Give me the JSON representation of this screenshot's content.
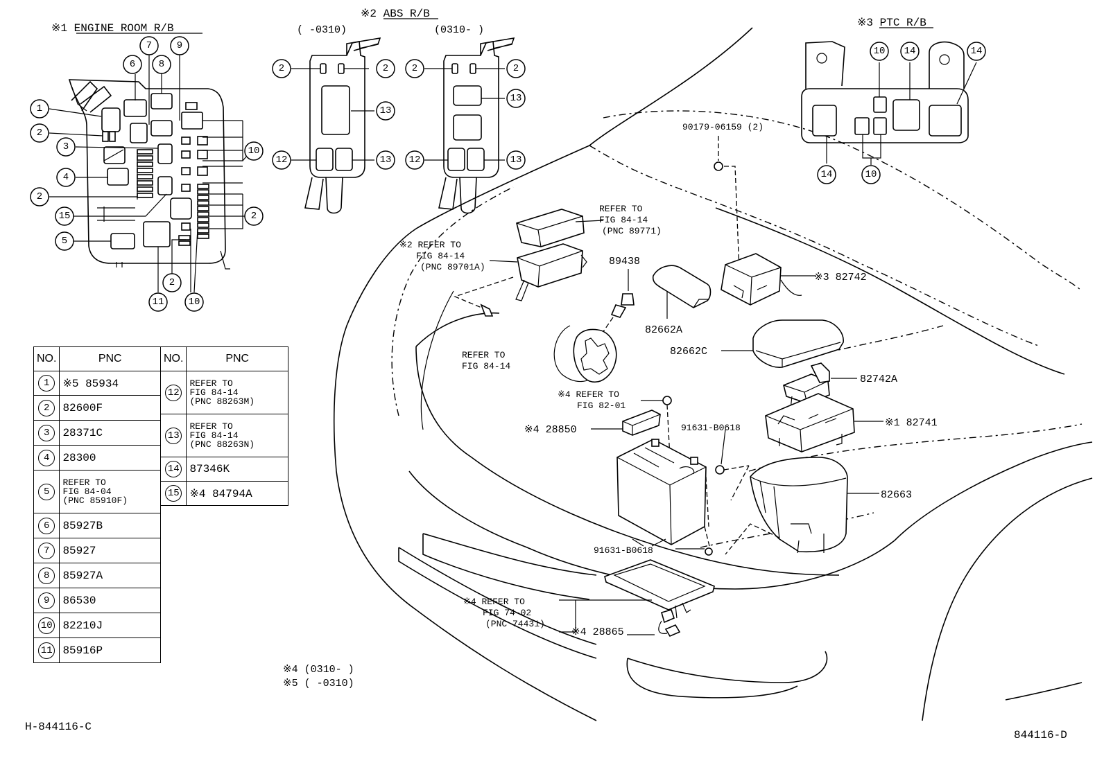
{
  "headers": {
    "engine_room": "※1 ENGINE ROOM R/B",
    "abs": "※2 ABS R/B",
    "abs_left_range": "(      -0310)",
    "abs_right_range": "(0310-      )",
    "ptc": "※3 PTC R/B"
  },
  "callout_numbers": [
    "1",
    "2",
    "3",
    "4",
    "5",
    "6",
    "7",
    "8",
    "9",
    "10",
    "11",
    "12",
    "13",
    "14",
    "15"
  ],
  "labels": {
    "bolt_90179": "90179-06159 (2)",
    "refer_89771": [
      "REFER TO",
      "FIG 84-14",
      "(PNC 89771)"
    ],
    "refer_89701a": [
      "※2 REFER TO",
      "FIG 84-14",
      "(PNC 89701A)"
    ],
    "p89438": "89438",
    "p82742": "※3 82742",
    "p82662a": "82662A",
    "refer_fig8414": [
      "REFER TO",
      "FIG 84-14"
    ],
    "p82662c": "82662C",
    "p82742a": "82742A",
    "refer_fig8201": [
      "※4 REFER TO",
      "FIG 82-01"
    ],
    "p28850": "※4 28850",
    "b0618_top": "91631-B0618",
    "p82741": "※1 82741",
    "p82663": "82663",
    "b0618_bottom": "91631-B0618",
    "refer_74431": [
      "※4 REFER TO",
      "FIG 74-02",
      "(PNC 74431)"
    ],
    "p28865": "※4 28865"
  },
  "notes": [
    "※4 (0310-      )",
    "※5 (      -0310)"
  ],
  "codes": {
    "left": "H-844116-C",
    "right": "844116-D"
  },
  "table": {
    "headers": {
      "no": "NO.",
      "pnc": "PNC"
    },
    "left": [
      {
        "no": "1",
        "pnc": "※5 85934"
      },
      {
        "no": "2",
        "pnc": "82600F"
      },
      {
        "no": "3",
        "pnc": "28371C"
      },
      {
        "no": "4",
        "pnc": "28300"
      },
      {
        "no": "5",
        "pnc": "REFER TO\nFIG 84-04\n (PNC 85910F)"
      },
      {
        "no": "6",
        "pnc": "85927B"
      },
      {
        "no": "7",
        "pnc": "85927"
      },
      {
        "no": "8",
        "pnc": "85927A"
      },
      {
        "no": "9",
        "pnc": "86530"
      },
      {
        "no": "10",
        "pnc": "82210J"
      },
      {
        "no": "11",
        "pnc": "85916P"
      }
    ],
    "right": [
      {
        "no": "12",
        "pnc": "REFER TO\nFIG 84-14\n (PNC 88263M)"
      },
      {
        "no": "13",
        "pnc": "REFER TO\nFIG 84-14\n (PNC 88263N)"
      },
      {
        "no": "14",
        "pnc": "87346K"
      },
      {
        "no": "15",
        "pnc": "※4 84794A"
      }
    ]
  }
}
